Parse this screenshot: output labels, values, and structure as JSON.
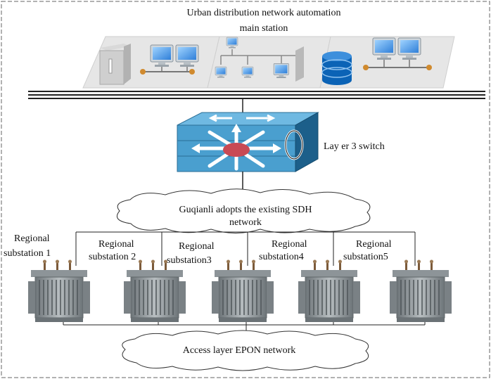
{
  "main_station": {
    "title_line1": "Urban distribution network automation",
    "title_line2": "main station"
  },
  "switch": {
    "label": "Lay er 3 switch"
  },
  "sdh_cloud": {
    "line1": "Guqianli adopts the existing SDH",
    "line2": "network"
  },
  "substations": [
    {
      "line1": "Regional",
      "line2": "substation 1"
    },
    {
      "line1": "Regional",
      "line2": "substation 2"
    },
    {
      "line1": "Regional",
      "line2": "substation3"
    },
    {
      "line1": "Regional",
      "line2": "substation4"
    },
    {
      "line1": "Regional",
      "line2": "substation5"
    }
  ],
  "epon_cloud": {
    "label": "Access layer EPON network"
  },
  "colors": {
    "platform": "#e6e6e6",
    "monitor": "#2f7fd8",
    "switch_face": "#4a9fcf",
    "switch_side": "#1c5f8a",
    "hub": "#c84a55",
    "database": "#0b63b6",
    "transformer": "#8e9598",
    "bus_line": "#222222",
    "dash_border": "#666666"
  }
}
